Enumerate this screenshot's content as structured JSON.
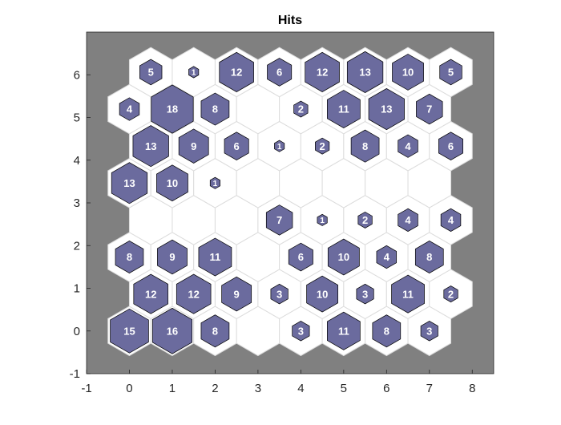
{
  "chart_data": {
    "type": "heatmap",
    "subtype": "som-hits-hexagonal",
    "title": "Hits",
    "xlabel": "",
    "ylabel": "",
    "xlim": [
      -1,
      8.5
    ],
    "ylim": [
      -1,
      7
    ],
    "x_ticks": [
      "-1",
      "0",
      "1",
      "2",
      "3",
      "4",
      "5",
      "6",
      "7",
      "8"
    ],
    "y_ticks": [
      "-1",
      "0",
      "1",
      "2",
      "3",
      "4",
      "5",
      "6"
    ],
    "grid": false,
    "background_color": "#808080",
    "cell_color": "#ffffff",
    "cell_edge_color": "#dcdcdc",
    "hit_color": "#6b6b9e",
    "hit_edge_color": "#000000",
    "label_color": "#ffffff",
    "max_hits": 18,
    "rows": [
      {
        "y": 0,
        "x_start": 0,
        "hits": [
          15,
          16,
          8,
          0,
          3,
          11,
          8,
          3
        ]
      },
      {
        "y": 1,
        "x_start": 0.5,
        "hits": [
          12,
          12,
          9,
          3,
          10,
          3,
          11,
          2
        ]
      },
      {
        "y": 2,
        "x_start": 0,
        "hits": [
          8,
          9,
          11,
          0,
          6,
          10,
          4,
          8
        ]
      },
      {
        "y": 3,
        "x_start": 0.5,
        "hits": [
          0,
          0,
          0,
          7,
          1,
          2,
          4,
          4
        ]
      },
      {
        "y": 4,
        "x_start": 0,
        "hits": [
          13,
          10,
          1,
          0,
          0,
          0,
          0,
          0
        ]
      },
      {
        "y": 5,
        "x_start": 0.5,
        "hits": [
          13,
          9,
          6,
          1,
          2,
          8,
          4,
          6
        ]
      },
      {
        "y": 6,
        "x_start": 0,
        "hits": [
          4,
          18,
          8,
          0,
          2,
          11,
          13,
          7
        ]
      },
      {
        "y": 7,
        "x_start": 0.5,
        "hits": [
          5,
          1,
          12,
          6,
          12,
          13,
          10,
          5
        ]
      }
    ]
  }
}
